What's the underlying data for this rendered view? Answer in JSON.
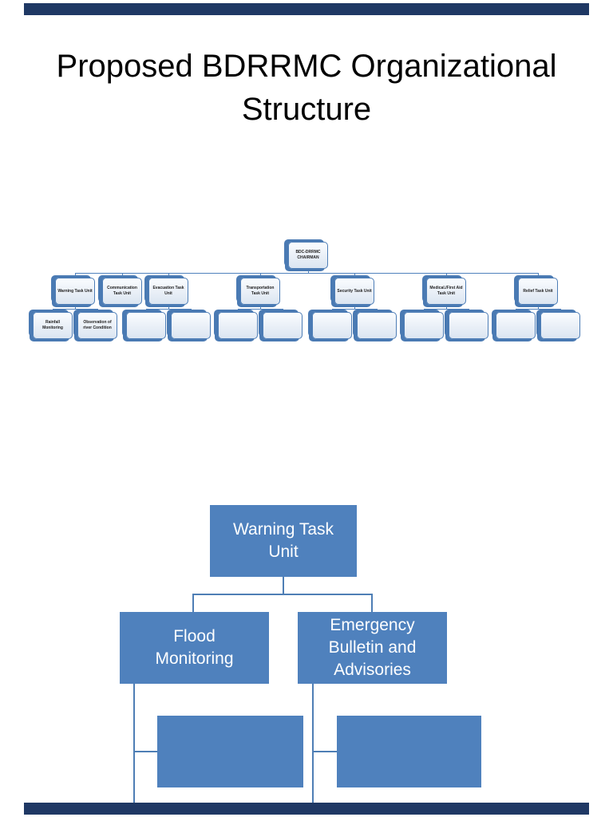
{
  "slide": {
    "title": "Proposed BDRRMC Organizational Structure"
  },
  "colors": {
    "accent_blue": "#4f81bd",
    "border_bar_navy": "#1f3864"
  },
  "overview_chart": {
    "root": {
      "label": "BDC-DRRMC CHAIRMAN"
    },
    "units": [
      {
        "label": "Warning Task Unit",
        "children": [
          "Rainfall Monitoring",
          "Observation of river Condition"
        ]
      },
      {
        "label": "Communication Task Unit",
        "children": []
      },
      {
        "label": "Evacuation Task Unit",
        "children": [
          "",
          ""
        ]
      },
      {
        "label": "Transportation Task Unit",
        "children": [
          "",
          ""
        ]
      },
      {
        "label": "Security Task Unit",
        "children": [
          "",
          ""
        ]
      },
      {
        "label": "Medical./First Aid Task Unit",
        "children": [
          "",
          ""
        ]
      },
      {
        "label": "Relief Task Unit",
        "children": [
          "",
          ""
        ]
      }
    ]
  },
  "detail_chart": {
    "root": {
      "label": "Warning Task Unit"
    },
    "branches": [
      {
        "label": "Flood Monitoring",
        "children": [
          ""
        ]
      },
      {
        "label": "Emergency Bulletin and Advisories",
        "children": [
          ""
        ]
      }
    ]
  }
}
